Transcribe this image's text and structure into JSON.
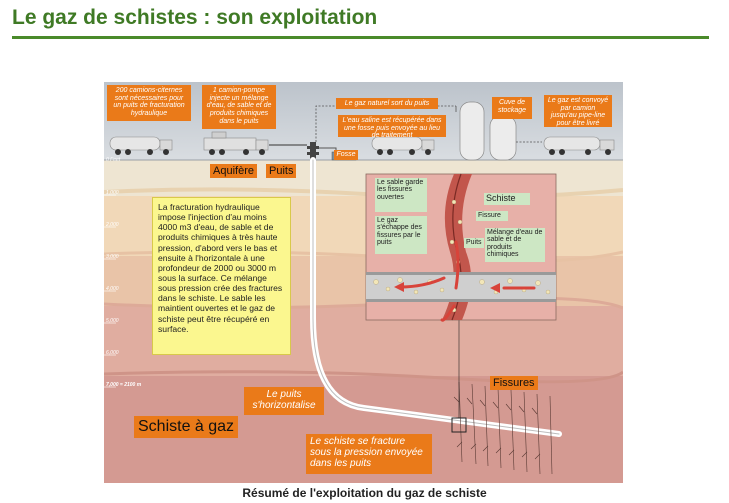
{
  "page": {
    "title": "Le gaz de schistes : son exploitation",
    "caption": "Résumé de l'exploitation du gaz de schiste"
  },
  "labels": {
    "trucks_citerne": "200 camions-citernes sont nécessaires pour un puits de fracturation hydraulique",
    "pump_truck": "1 camion-pompe injecte un mélange d'eau, de sable et de produits chimiques dans le puits",
    "gas_out": "Le gaz naturel sort du puits",
    "storage_tank": "Cuve de stockage",
    "pipeline": "Le gaz est convoyé par camion jusqu'au pipe-line pour être livré",
    "saline_water": "L'eau saline est récupérée dans une fosse puis envoyée au lieu de traitement",
    "fosse": "Fosse",
    "surface_depth": "0 Feet",
    "aquifere": "Aquifère",
    "puits": "Puits",
    "fracturing_text": "La fracturation hydraulique impose l'injection d'au moins 4000 m3 d'eau, de sable et de produits chimiques à très haute pression, d'abord vers le bas et ensuite à l'horizontale à une profondeur de 2000 ou 3000 m sous la surface. Ce mélange sous pression crée des fractures dans le schiste. Le sable les maintient ouvertes et le gaz de schiste peut être récupéré en surface.",
    "schiste": "Schiste",
    "fissure": "Fissure",
    "sable_garde": "Le sable garde les fissures ouvertes",
    "gaz_echappe": "Le gaz s'échappe des fissures par le puits",
    "puits_inset": "Puits",
    "melange": "Mélange d'eau de sable et de produits chimiques",
    "fissures": "Fissures",
    "puits_horizontal": "Le puits s'horizontalise",
    "schiste_a_gaz": "Schiste à gaz",
    "schiste_fracture": "Le schiste se fracture sous la pression envoyée dans les puits",
    "depth_bottom": "7,000 = 2100 m"
  },
  "depth_ticks": [
    "1,000",
    "2,000",
    "3,000",
    "4,000",
    "5,000",
    "6,000"
  ],
  "colors": {
    "title_green": "#3f7a25",
    "label_orange": "#ea7a19",
    "note_yellow": "#fbf78f",
    "inset_green": "#cde7c4",
    "sky": "#c9cfd6",
    "ground_light": "#ece0c8",
    "shale": "#d3988f"
  }
}
